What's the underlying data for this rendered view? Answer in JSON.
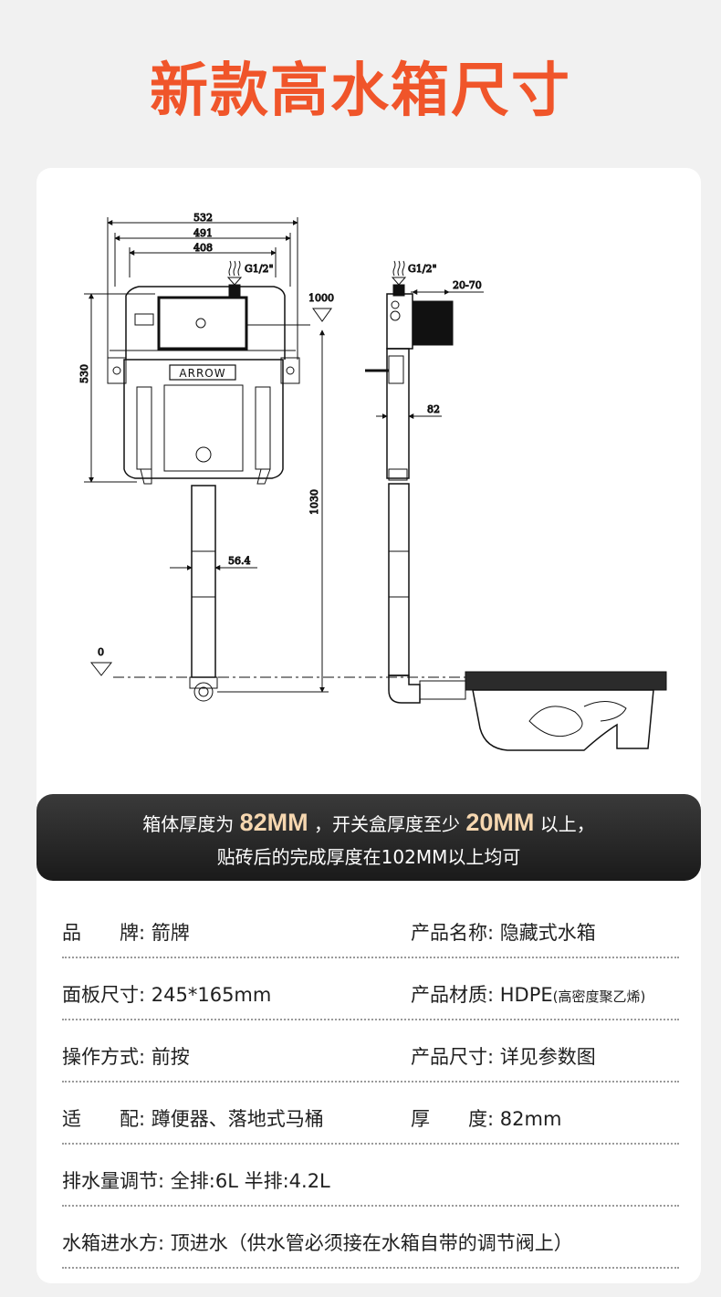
{
  "title": "新款高水箱尺寸",
  "drawing": {
    "dims": {
      "w532": "532",
      "w491": "491",
      "w408": "408",
      "h530": "530",
      "h1030": "1030",
      "pipe": "56.4",
      "level1000": "1000",
      "level0": "0",
      "inlet_front": "G1/2\"",
      "inlet_side": "G1/2\"",
      "depth_box": "20-70",
      "depth_tank": "82"
    },
    "brand_label": "ARROW"
  },
  "banner": {
    "line1_part1": "箱体厚度为",
    "line1_hl1": "82MM",
    "line1_part2": "，开关盒厚度至少",
    "line1_hl2": "20MM",
    "line1_part3": "以上，",
    "line2": "贴砖后的完成厚度在102MM以上均可"
  },
  "specs": {
    "brand_label": "品　　牌:",
    "brand_value": "箭牌",
    "name_label": "产品名称:",
    "name_value": "隐藏式水箱",
    "panel_label": "面板尺寸:",
    "panel_value": "245*165mm",
    "material_label": "产品材质:",
    "material_value": "HDPE",
    "material_note": "(高密度聚乙烯)",
    "operation_label": "操作方式:",
    "operation_value": "前按",
    "size_label": "产品尺寸:",
    "size_value": "详见参数图",
    "fit_label": "适　　配:",
    "fit_value": "蹲便器、落地式马桶",
    "thickness_label": "厚　　度:",
    "thickness_value": "82mm",
    "flush_label": "排水量调节:",
    "flush_value": "全排:6L  半排:4.2L",
    "inlet_label": "水箱进水方:",
    "inlet_value": "顶进水（供水管必须接在水箱自带的调节阀上）"
  },
  "colors": {
    "title": "#f0552a",
    "highlight": "#f6d7b0",
    "banner_bg": "#1f1f1f",
    "page_bg": "#f1f1f1"
  }
}
